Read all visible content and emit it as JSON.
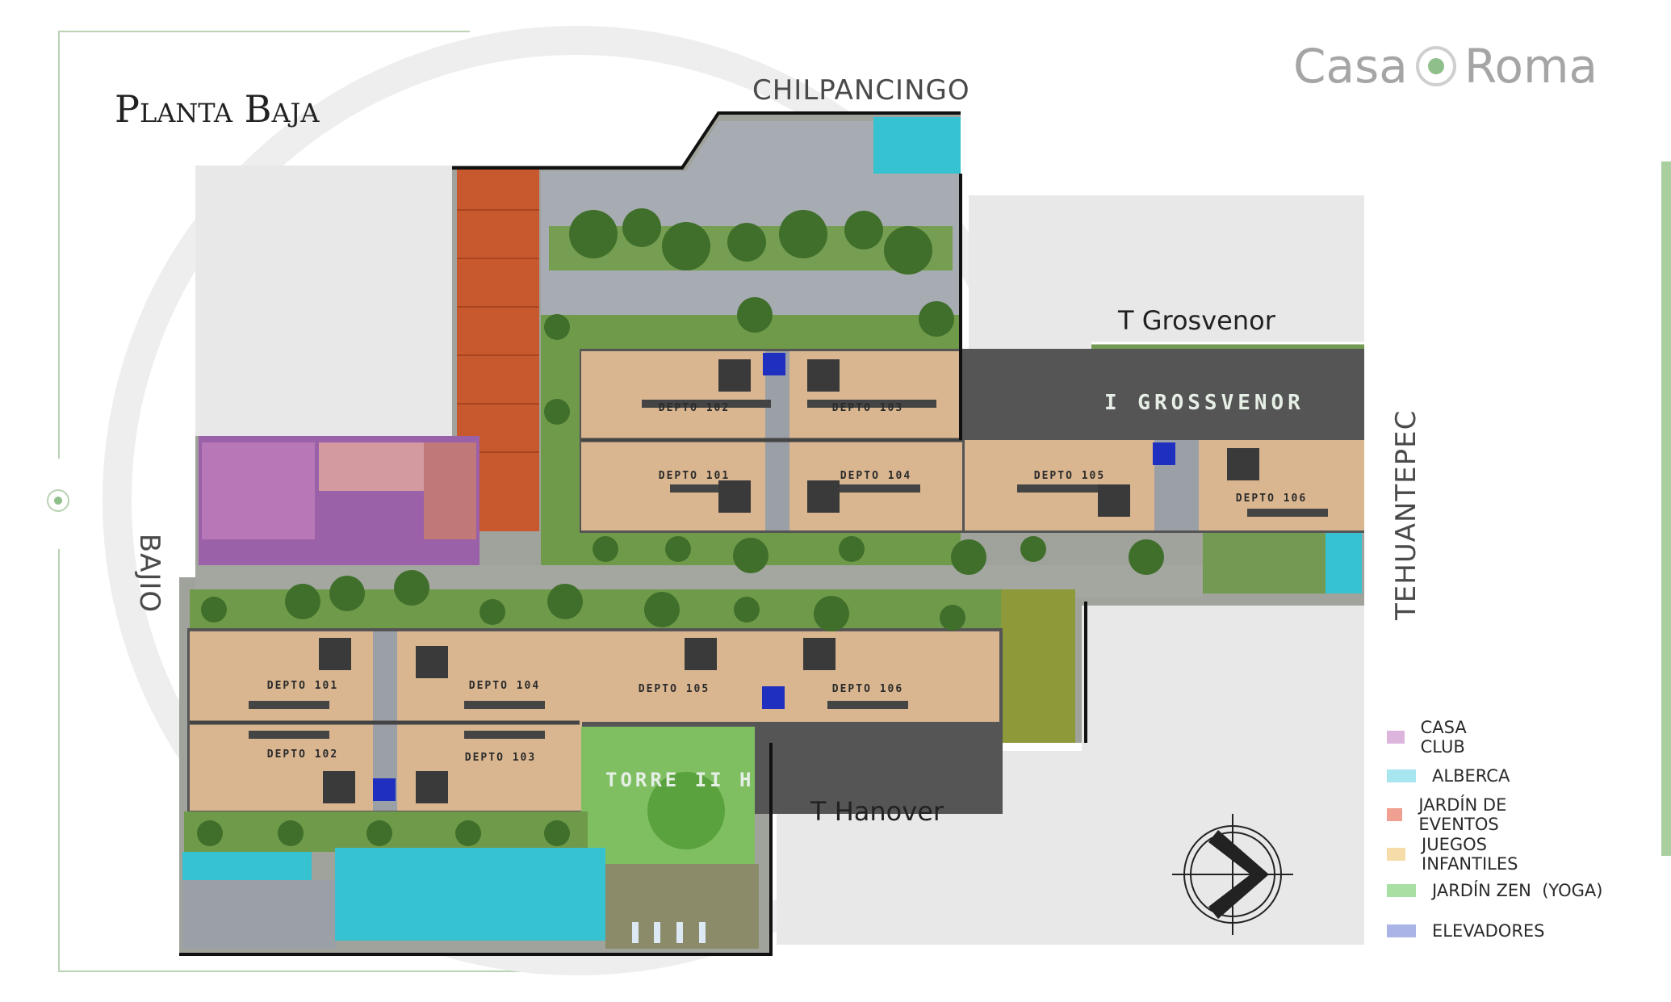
{
  "title": "Planta Baja",
  "brand": {
    "left": "Casa",
    "right": "Roma"
  },
  "streets": {
    "north": "CHILPANCINGO",
    "west": "BAJIO",
    "east": "TEHUANTEPEC"
  },
  "towers": {
    "grosvenor_label": "T Grosvenor",
    "grosvenor_rooftext": "I GROSSVENOR",
    "hanover_label": "T Hanover",
    "hanover_rooftext": "TORRE II H"
  },
  "north_units": [
    "DEPTO 102",
    "DEPTO 103",
    "DEPTO 101",
    "DEPTO 104",
    "DEPTO 105",
    "DEPTO 106"
  ],
  "south_units": [
    "DEPTO 101",
    "DEPTO 104",
    "DEPTO 105",
    "DEPTO 106",
    "DEPTO 102",
    "DEPTO 103"
  ],
  "legend": [
    {
      "label": "CASA CLUB",
      "color": "#dcb4dc"
    },
    {
      "label": "ALBERCA",
      "color": "#a8e6ef"
    },
    {
      "label": "JARDÍN DE EVENTOS",
      "color": "#f0a090"
    },
    {
      "label": "JUEGOS INFANTILES",
      "color": "#f6dca8"
    },
    {
      "label": "JARDÍN ZEN  (YOGA)",
      "color": "#a8e0a4"
    },
    {
      "label": "ELEVADORES",
      "color": "#aab4e6"
    }
  ],
  "colors": {
    "accent_green": "#8fbf8a",
    "casa_club": "#9a60a8",
    "events_deck": "#c8582e",
    "pool": "#36c2d0",
    "elevator": "#1f2fc0"
  }
}
